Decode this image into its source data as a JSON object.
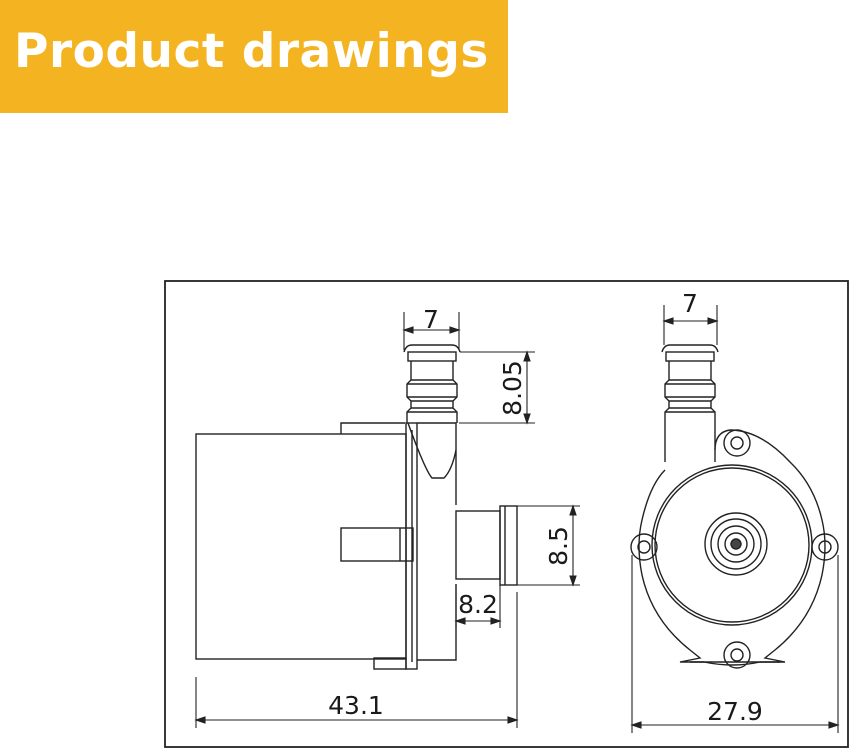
{
  "banner": {
    "title": "Product drawings",
    "color": "#f4b321"
  },
  "side_view": {
    "dim_outlet_width": "7",
    "dim_outlet_height": "8.05",
    "dim_inlet_diameter": "8.5",
    "dim_inlet_length": "8.2",
    "dim_total_length": "43.1"
  },
  "front_view": {
    "dim_outlet_width": "7",
    "dim_total_width": "27.9"
  }
}
